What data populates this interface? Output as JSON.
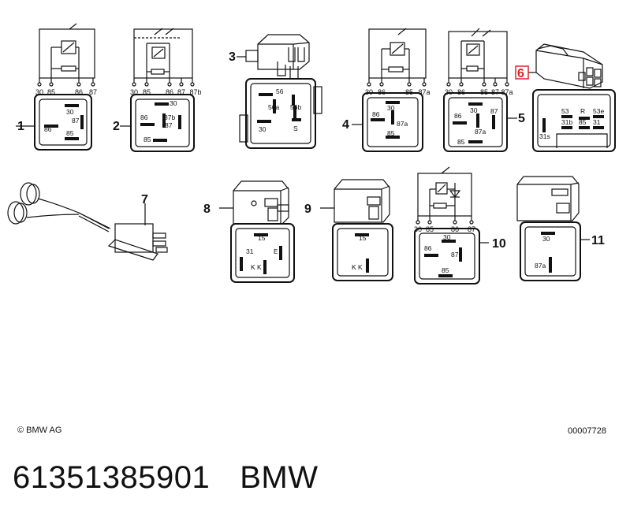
{
  "callouts": [
    "1",
    "2",
    "3",
    "4",
    "5",
    "6",
    "7",
    "8",
    "9",
    "10",
    "11"
  ],
  "highlight_color": "#e0202a",
  "relay1": {
    "top_pins": [
      "30",
      "85",
      "86",
      "87"
    ],
    "face": {
      "p30": "30",
      "p86": "86",
      "p87": "87",
      "p85": "85"
    }
  },
  "relay2": {
    "top_pins": [
      "30",
      "85",
      "86",
      "87",
      "87b"
    ],
    "face": {
      "p30": "30",
      "p86": "86",
      "p87b": "87b",
      "p87": "87",
      "p85": "85"
    }
  },
  "relay3": {
    "face": {
      "p56": "56",
      "p56a": "56a",
      "p56b": "56b",
      "p30": "30",
      "pS": "S"
    }
  },
  "relay4": {
    "top_pins": [
      "30",
      "86",
      "85",
      "87a"
    ],
    "face": {
      "p30": "30",
      "p86": "86",
      "p87a": "87a",
      "p85": "85"
    }
  },
  "relay5": {
    "top_pins": [
      "30",
      "86",
      "85",
      "87",
      "87a"
    ],
    "face": {
      "p30": "30",
      "p86": "86",
      "p87": "87",
      "p87a": "87a",
      "p85": "85"
    }
  },
  "relay6": {
    "face": {
      "p53": "53",
      "pR": "R",
      "p53e": "53e",
      "p31b": "31b",
      "p85": "85",
      "p31": "31",
      "p31s": "31s"
    }
  },
  "relay8": {
    "face": {
      "p15": "15",
      "p31": "31",
      "pE": "E",
      "pKK": "K K"
    }
  },
  "relay9": {
    "face": {
      "p15": "15",
      "pKK": "K K"
    }
  },
  "relay10": {
    "top_pins": [
      "30",
      "85",
      "86",
      "87"
    ],
    "face": {
      "p30": "30",
      "p86": "86",
      "p87": "87",
      "p85": "85"
    }
  },
  "relay11": {
    "face": {
      "p30": "30",
      "p87a": "87a"
    }
  },
  "copyright": "© BMW AG",
  "doc_number": "00007728",
  "part_number": "61351385901",
  "brand": "BMW"
}
